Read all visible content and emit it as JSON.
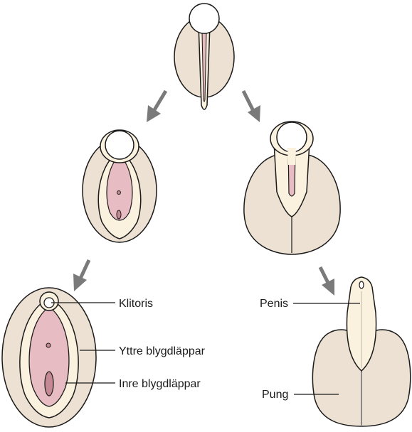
{
  "labels": {
    "clitoris": "Klitoris",
    "outer_labia": "Yttre blygdläppar",
    "inner_labia": "Inre blygdläppar",
    "penis": "Penis",
    "scrotum": "Pung"
  },
  "colors": {
    "outer_skin": "#ece1d2",
    "inner_skin": "#fbf1df",
    "pink": "#e7bcc3",
    "dark_pink": "#c48994",
    "outline": "#1a1a1a",
    "arrow": "#7a7a7a",
    "head": "#ffffff"
  },
  "stages": [
    "indifferent",
    "female-intermediate",
    "male-intermediate",
    "female-adult",
    "male-adult"
  ]
}
